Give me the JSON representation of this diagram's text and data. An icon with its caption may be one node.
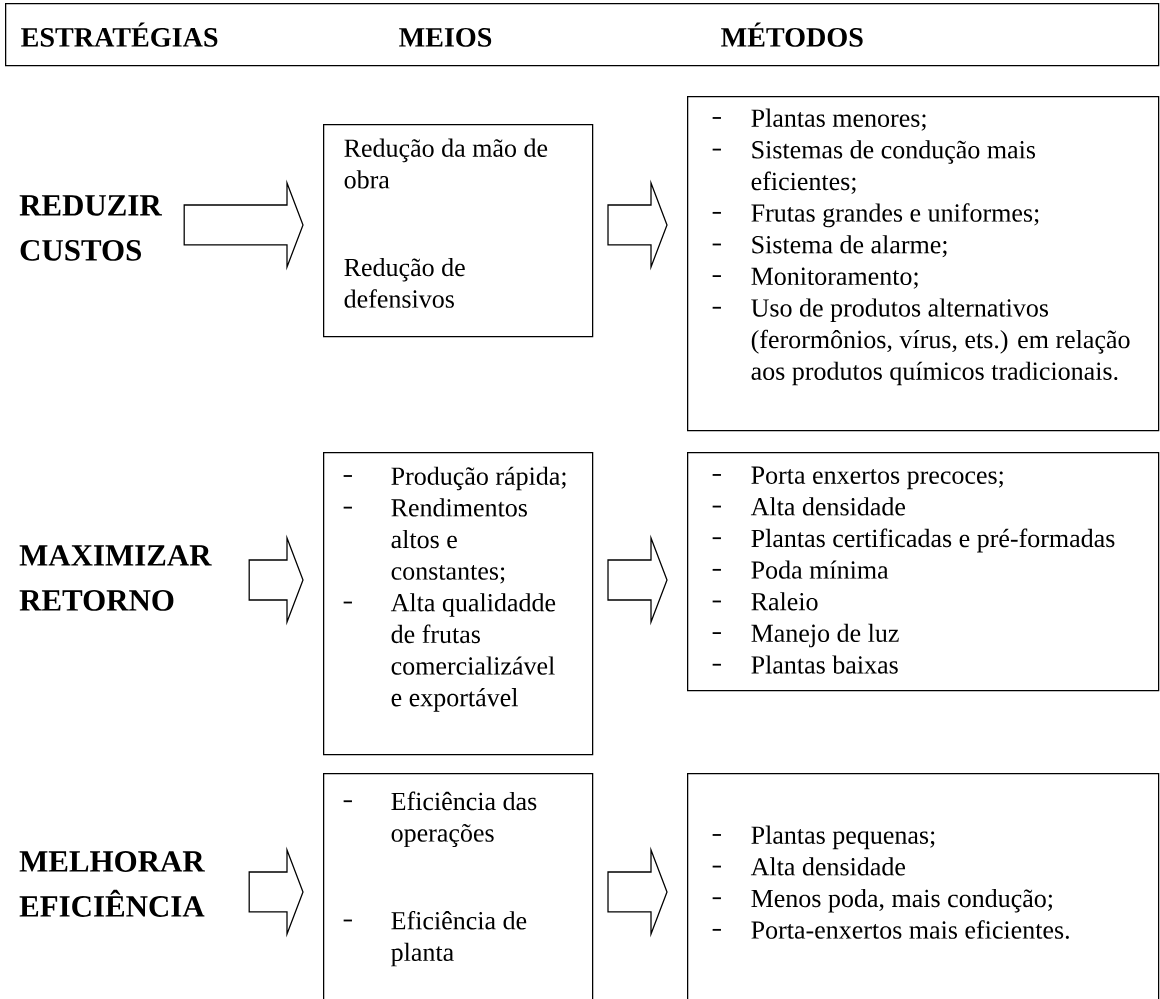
{
  "diagram": {
    "nodes": [
      {
        "text": [
          "ESTRATÉGIAS",
          "MEIOS",
          "MÉTODOS"
        ]
      },
      {
        "text": [
          "REDUZIR CUSTOS"
        ]
      },
      {
        "text": [
          "Redução da mão de obra",
          "Redução de defensivos"
        ]
      },
      {
        "text": [
          "Plantas menores;",
          "Sistemas de condução mais eficientes;",
          "Frutas grandes e uniformes;",
          "Sistema de alarme;",
          "Monitoramento;",
          "Uso de produtos alternativos (ferormônios, vírus, ets.) em relação aos produtos químicos tradicionais."
        ]
      },
      {
        "text": [
          "MAXIMIZAR RETORNO"
        ]
      },
      {
        "text": [
          "Produção rápida;",
          "Rendimentos altos e constantes;",
          "Alta qualidadde de frutas comercializável e exportável"
        ]
      },
      {
        "text": [
          "Porta enxertos precoces;",
          "Alta densidade",
          "Plantas certificadas e pré-formadas",
          "Poda mínima",
          "Raleio",
          "Manejo de luz",
          "Plantas baixas"
        ]
      },
      {
        "text": [
          "MELHORAR EFICIÊNCIA"
        ]
      },
      {
        "text": [
          "Eficiência das operações",
          "Eficiência de planta"
        ]
      },
      {
        "text": [
          "Plantas pequenas;",
          "Alta densidade",
          "Menos poda, mais condução;",
          "Porta-enxertos mais eficientes."
        ]
      }
    ],
    "edges": [
      {
        "from": 1,
        "to": 2,
        "arrow": "to"
      },
      {
        "from": 2,
        "to": 3,
        "arrow": "to"
      },
      {
        "from": 4,
        "to": 5,
        "arrow": "to"
      },
      {
        "from": 5,
        "to": 6,
        "arrow": "to"
      },
      {
        "from": 7,
        "to": 8,
        "arrow": "to"
      },
      {
        "from": 8,
        "to": 9,
        "arrow": "to"
      }
    ]
  }
}
